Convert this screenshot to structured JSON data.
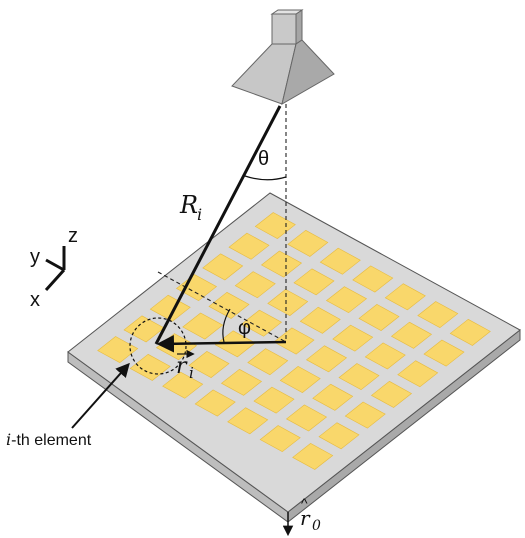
{
  "diagram": {
    "labels": {
      "theta": "θ",
      "range": "R",
      "range_sub": "i",
      "phi": "φ",
      "pos_vec": "r",
      "pos_sub": "i",
      "element_italic": "i",
      "element_rest": "-th element",
      "out_vec": "r",
      "out_sub": "0"
    },
    "axes": {
      "x": "x",
      "y": "y",
      "z": "z"
    },
    "elements_grid": {
      "rows": 7,
      "cols": 7
    },
    "colors": {
      "board": "#d9d9d9",
      "board_side": "#b8b8b8",
      "patch": "#f9d76b",
      "patch_edge": "#e7bb3f",
      "horn": "#c7c7c7",
      "horn_dark": "#a5a5a5",
      "line": "#111111"
    }
  }
}
